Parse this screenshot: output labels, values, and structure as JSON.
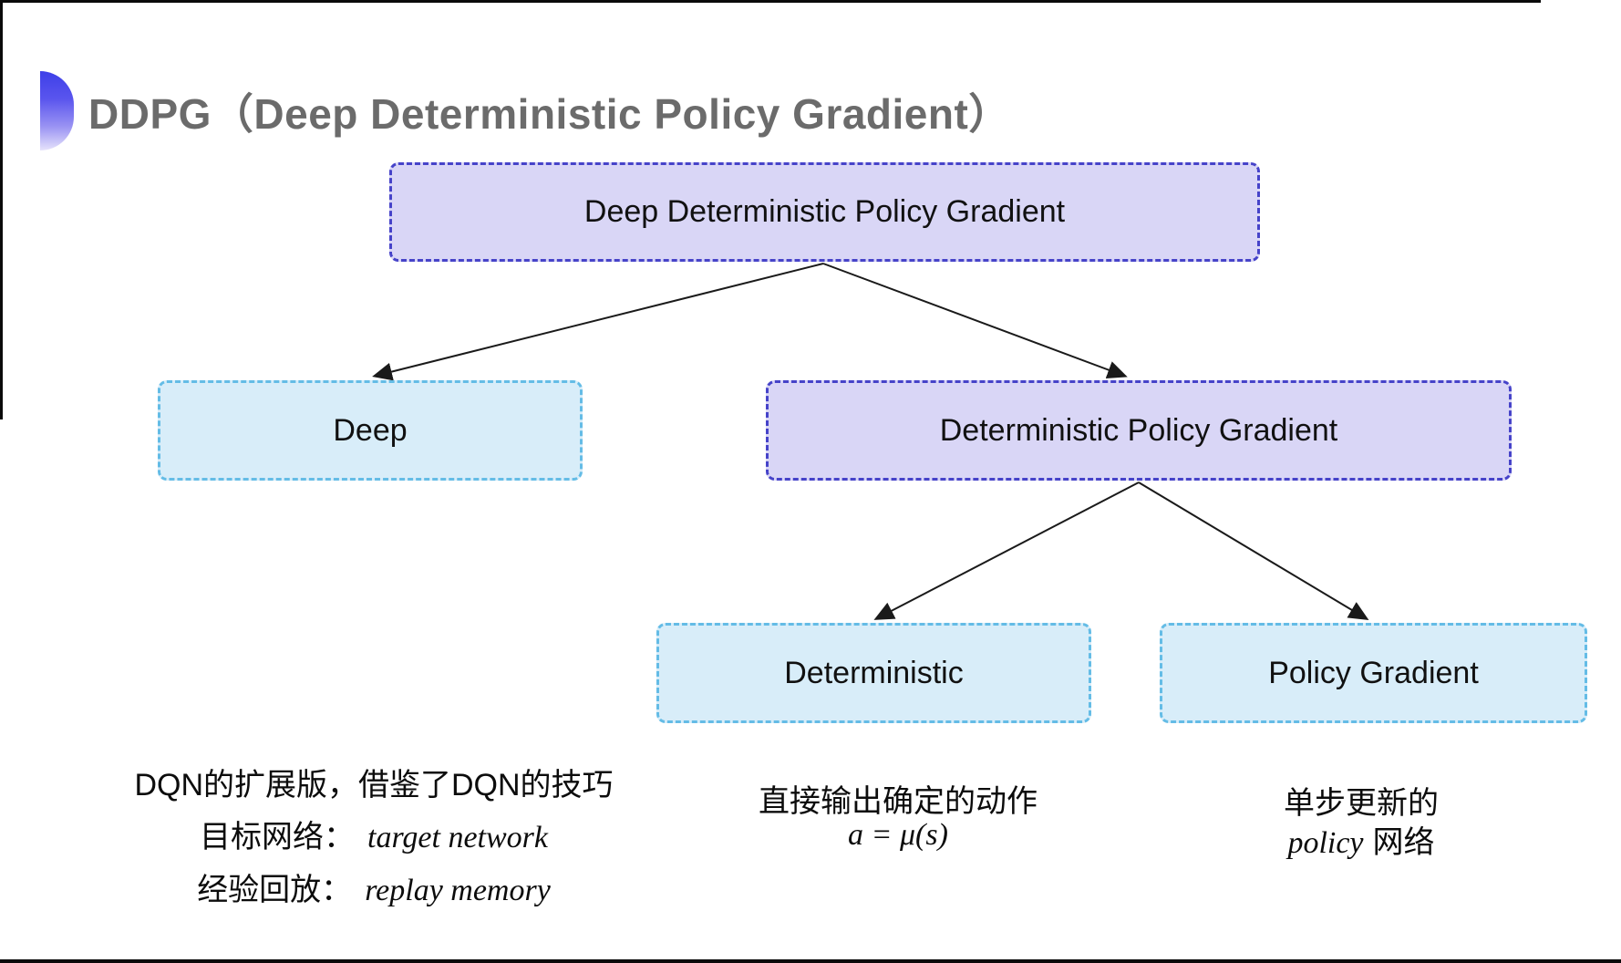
{
  "title": {
    "text": "DDPG（Deep Deterministic Policy Gradient）",
    "bullet_icon": "blue-gradient-semicircle"
  },
  "tree": {
    "root": {
      "label": "Deep Deterministic Policy Gradient"
    },
    "deep": {
      "label": "Deep"
    },
    "dpg": {
      "label": "Deterministic Policy Gradient"
    },
    "deterministic": {
      "label": "Deterministic"
    },
    "policy_gradient": {
      "label": "Policy Gradient"
    }
  },
  "notes": {
    "deep": {
      "line1": "DQN的扩展版，借鉴了DQN的技巧",
      "target_label": "目标网络：",
      "target_value": "target network",
      "replay_label": "经验回放：",
      "replay_value": "replay memory"
    },
    "deterministic": {
      "line1": "直接输出确定的动作",
      "formula": "a = μ(s)"
    },
    "policy_gradient": {
      "line1": "单步更新的",
      "word_en": "policy",
      "word_zh": "网络"
    }
  },
  "colors": {
    "purple_node_fill": "#d9d6f6",
    "purple_node_border": "#4643c9",
    "cyan_node_fill": "#d8edf9",
    "cyan_node_border": "#64bce6",
    "title_text": "#6b6b6b",
    "bullet_gradient_top": "#3d3fe8",
    "bullet_gradient_bottom": "#e6e3fb",
    "arrow": "#1a1a1a",
    "body_text": "#0c0c0c",
    "background": "#ffffff",
    "frame_edge": "#0a0a0a"
  }
}
